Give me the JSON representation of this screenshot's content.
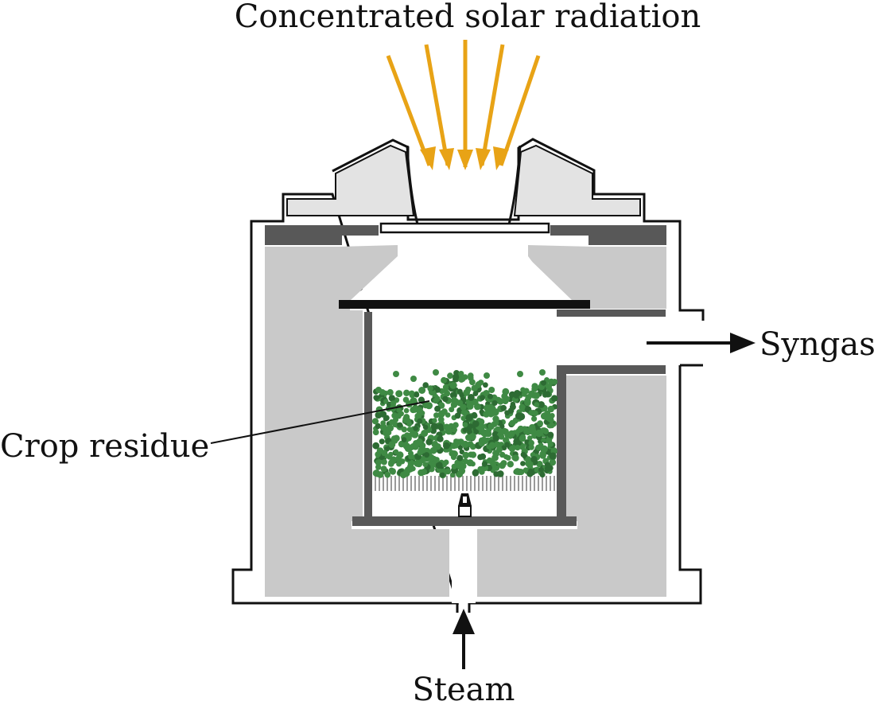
{
  "labels": {
    "radiation": "Concentrated solar radiation",
    "syngas": "Syngas",
    "crop_residue": "Crop residue",
    "steam": "Steam"
  },
  "colors": {
    "ray": "#e8a316",
    "outline": "#111111",
    "insulation": "#c9c9c9",
    "wall_dark": "#585858",
    "concentrator_fill": "#e3e3e3",
    "particle": "#3f8a44",
    "particle_dark": "#2d6b33",
    "grate": "#9a9a9a"
  },
  "icons": {
    "radiation": "arrows",
    "outlet": "right-arrow",
    "inlet": "up-arrow",
    "nozzle": "nozzle-icon"
  }
}
